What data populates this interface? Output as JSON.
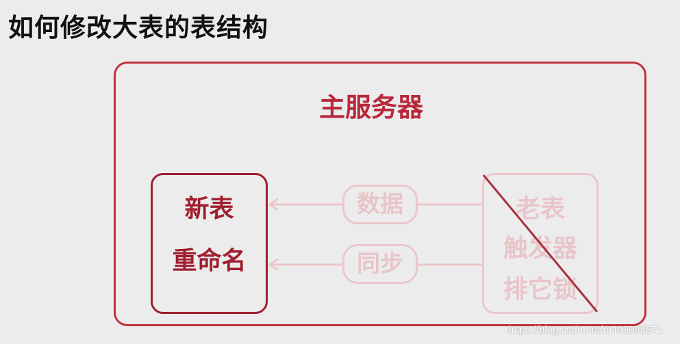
{
  "title": "如何修改大表的表结构",
  "server": {
    "label": "主服务器"
  },
  "new_table": {
    "lines": [
      "新表",
      "重命名"
    ]
  },
  "old_table": {
    "lines": [
      "老表",
      "触发器",
      "排它锁"
    ],
    "crossed_out": true
  },
  "flows": [
    {
      "label": "数据",
      "direction": "old-to-new"
    },
    {
      "label": "同步",
      "direction": "old-to-new"
    }
  ],
  "watermark": "https://blog.csdn.net/m493096871",
  "colors": {
    "accent": "#c0303e",
    "dark_accent": "#a01e2e",
    "faded": "#ecc6ca",
    "background": "#ececec"
  }
}
